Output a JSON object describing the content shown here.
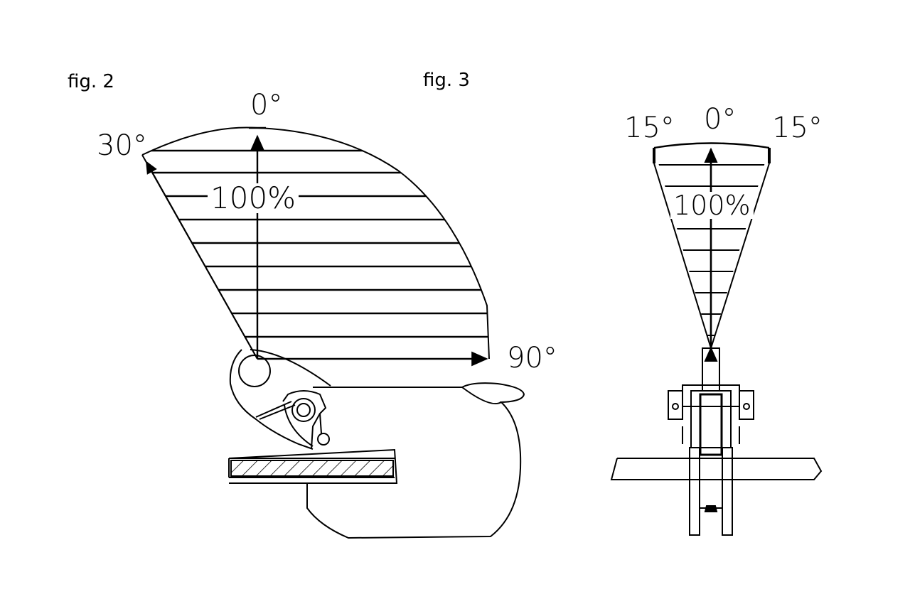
{
  "fig2": {
    "caption": "fig. 2",
    "angle_top": "0°",
    "angle_left": "30°",
    "angle_right": "90°",
    "percent": "100%"
  },
  "fig3": {
    "caption": "fig. 3",
    "angle_left": "15°",
    "angle_top": "0°",
    "angle_right": "15°",
    "percent": "100%"
  },
  "colors": {
    "ink": "#000000",
    "paper": "#ffffff"
  }
}
